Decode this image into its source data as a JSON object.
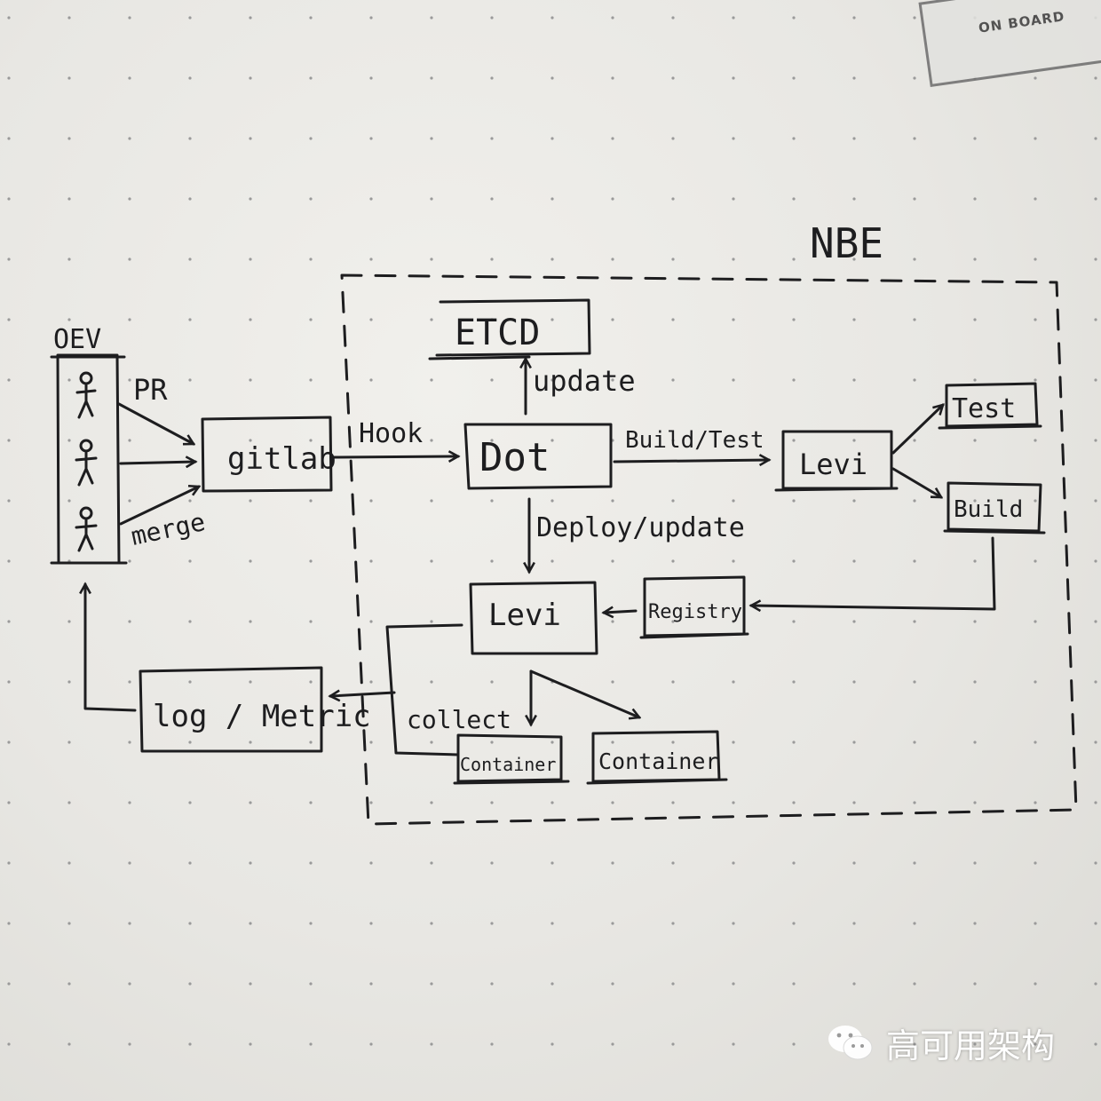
{
  "diagram": {
    "title": "NBE",
    "dev_label": "OEV",
    "nodes": {
      "gitlab": "gitlab",
      "dot": "Dot",
      "etcd": "ETCD",
      "levi_build": "Levi",
      "test": "Test",
      "build": "Build",
      "registry": "Registry",
      "levi_deploy": "Levi",
      "container_1": "Container",
      "container_2": "Container",
      "log_metric": "log / Metric"
    },
    "edges": {
      "pr": "PR",
      "merge": "merge",
      "hook": "Hook",
      "update": "update",
      "build_test": "Build/Test",
      "deploy_update": "Deploy/update",
      "collect": "collect"
    }
  },
  "stamp": {
    "text": "ON BOARD"
  },
  "watermark": {
    "text": "高可用架构"
  },
  "colors": {
    "ink": "#1d1d1f",
    "paper": "#ecebe7",
    "dot": "#9a9a9a"
  }
}
